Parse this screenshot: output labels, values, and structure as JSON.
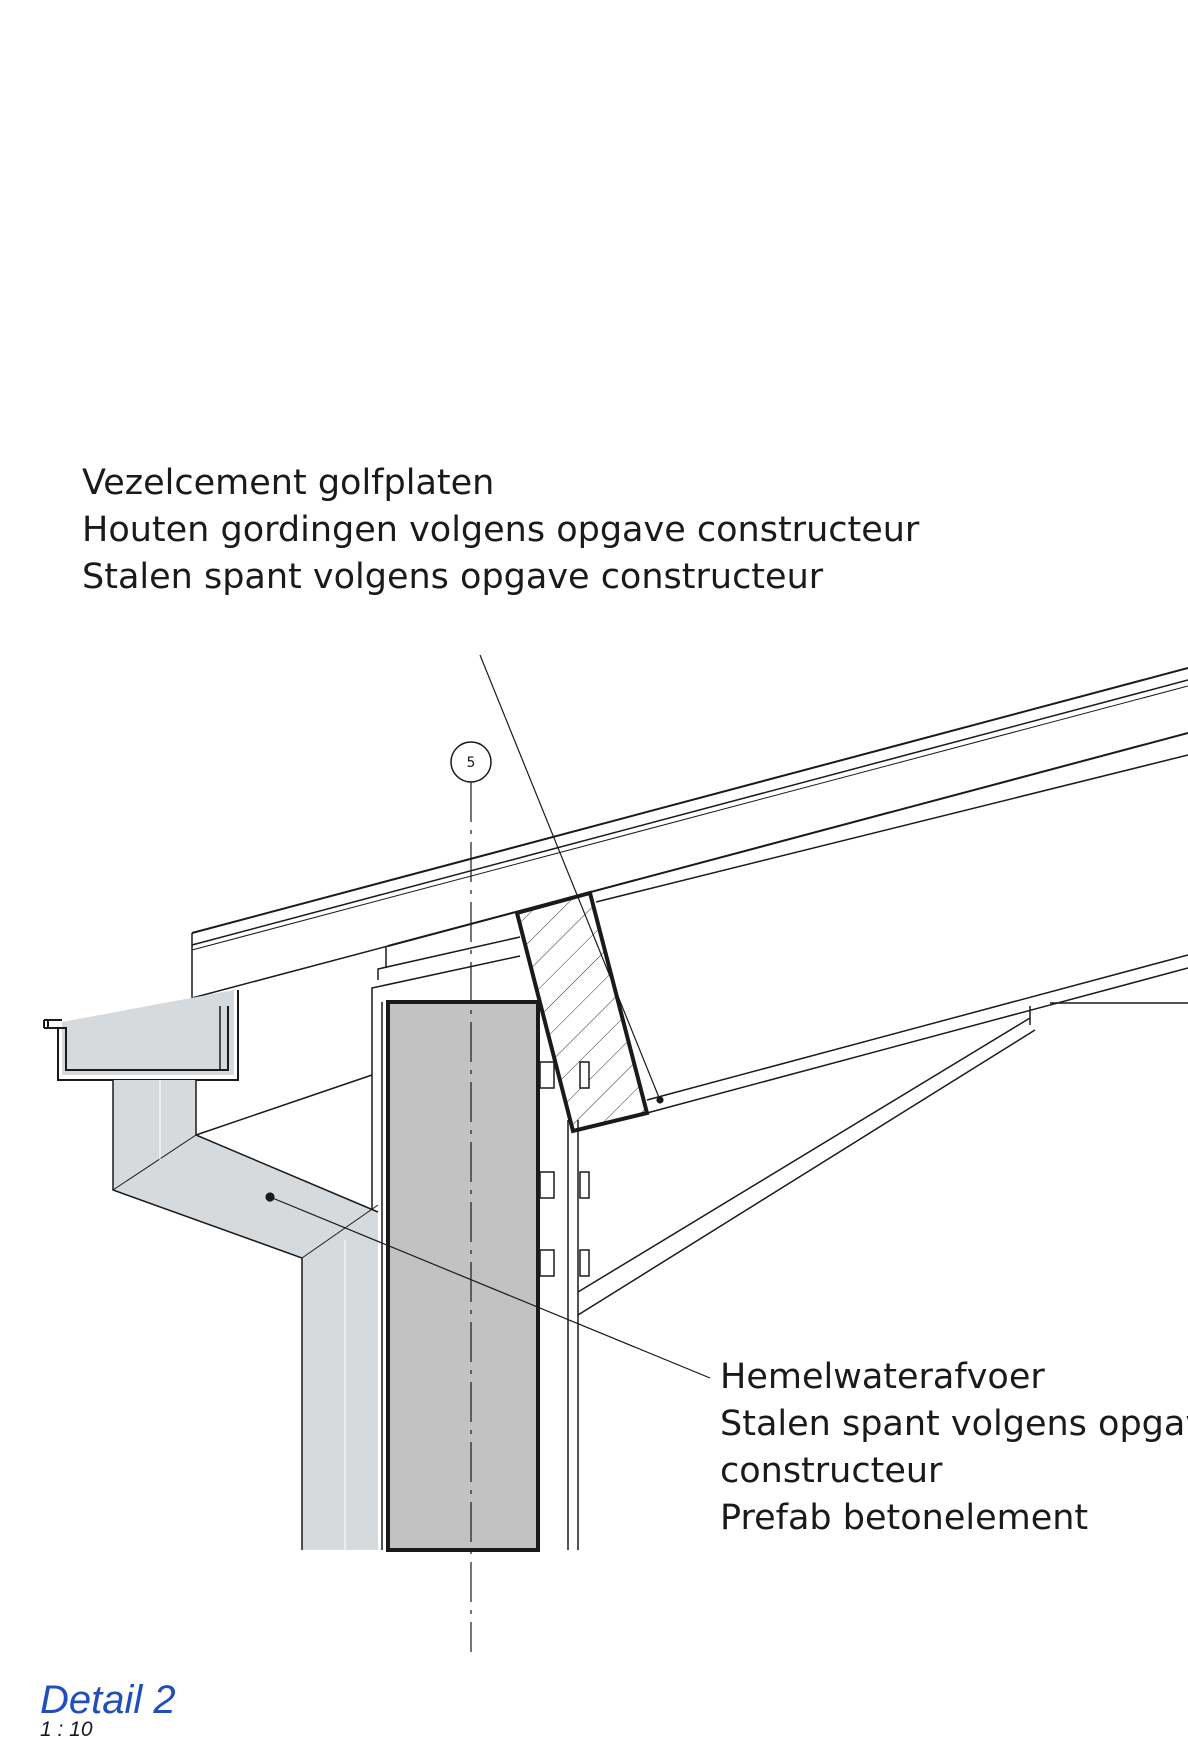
{
  "notes_top": [
    "Vezelcement golfplaten",
    "Houten gordingen volgens opgave constructeur",
    "Stalen spant volgens opgave constructeur"
  ],
  "notes_bottom": [
    "Hemelwaterafvoer",
    "Stalen spant volgens opgave",
    "constructeur",
    "Prefab betonelement"
  ],
  "grid_axis": "5",
  "detail": {
    "title": "Detail 2",
    "scale": "1 : 10"
  },
  "colors": {
    "line": "#1a1a1a",
    "drainpipe_fill": "#d6dadd",
    "concrete_fill": "#c2c2c2",
    "title_blue": "#1f4fb8"
  }
}
